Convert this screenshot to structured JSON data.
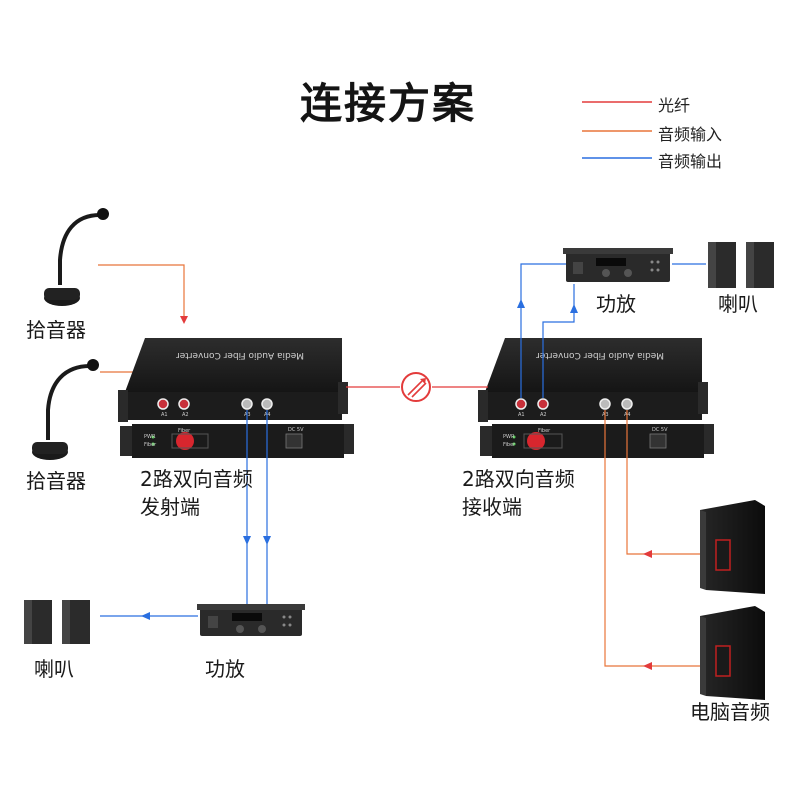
{
  "title": "连接方案",
  "legend": [
    {
      "label": "光纤",
      "color": "#e33b3b"
    },
    {
      "label": "音频输入",
      "color": "#e8753a"
    },
    {
      "label": "音频输出",
      "color": "#2a6fe0"
    }
  ],
  "labels": {
    "mic1": "拾音器",
    "mic2": "拾音器",
    "tx_line1": "2路双向音频",
    "tx_line2": "发射端",
    "rx_line1": "2路双向音频",
    "rx_line2": "接收端",
    "amp_top": "功放",
    "spk_top": "喇叭",
    "amp_bottom": "功放",
    "spk_bottom": "喇叭",
    "pc": "电脑音频"
  },
  "device": {
    "top_text": "Media Audio Fiber Converter",
    "port_a1": "A1",
    "port_a2": "A2",
    "port_a3": "A3",
    "port_a4": "A4",
    "fiber": "Fiber",
    "pwr": "PWR",
    "fiber_led": "Fiber",
    "dc": "DC 5V"
  },
  "colors": {
    "fiber": "#e33b3b",
    "input": "#e8753a",
    "output": "#2a6fe0",
    "device": "#1e1e1e"
  }
}
